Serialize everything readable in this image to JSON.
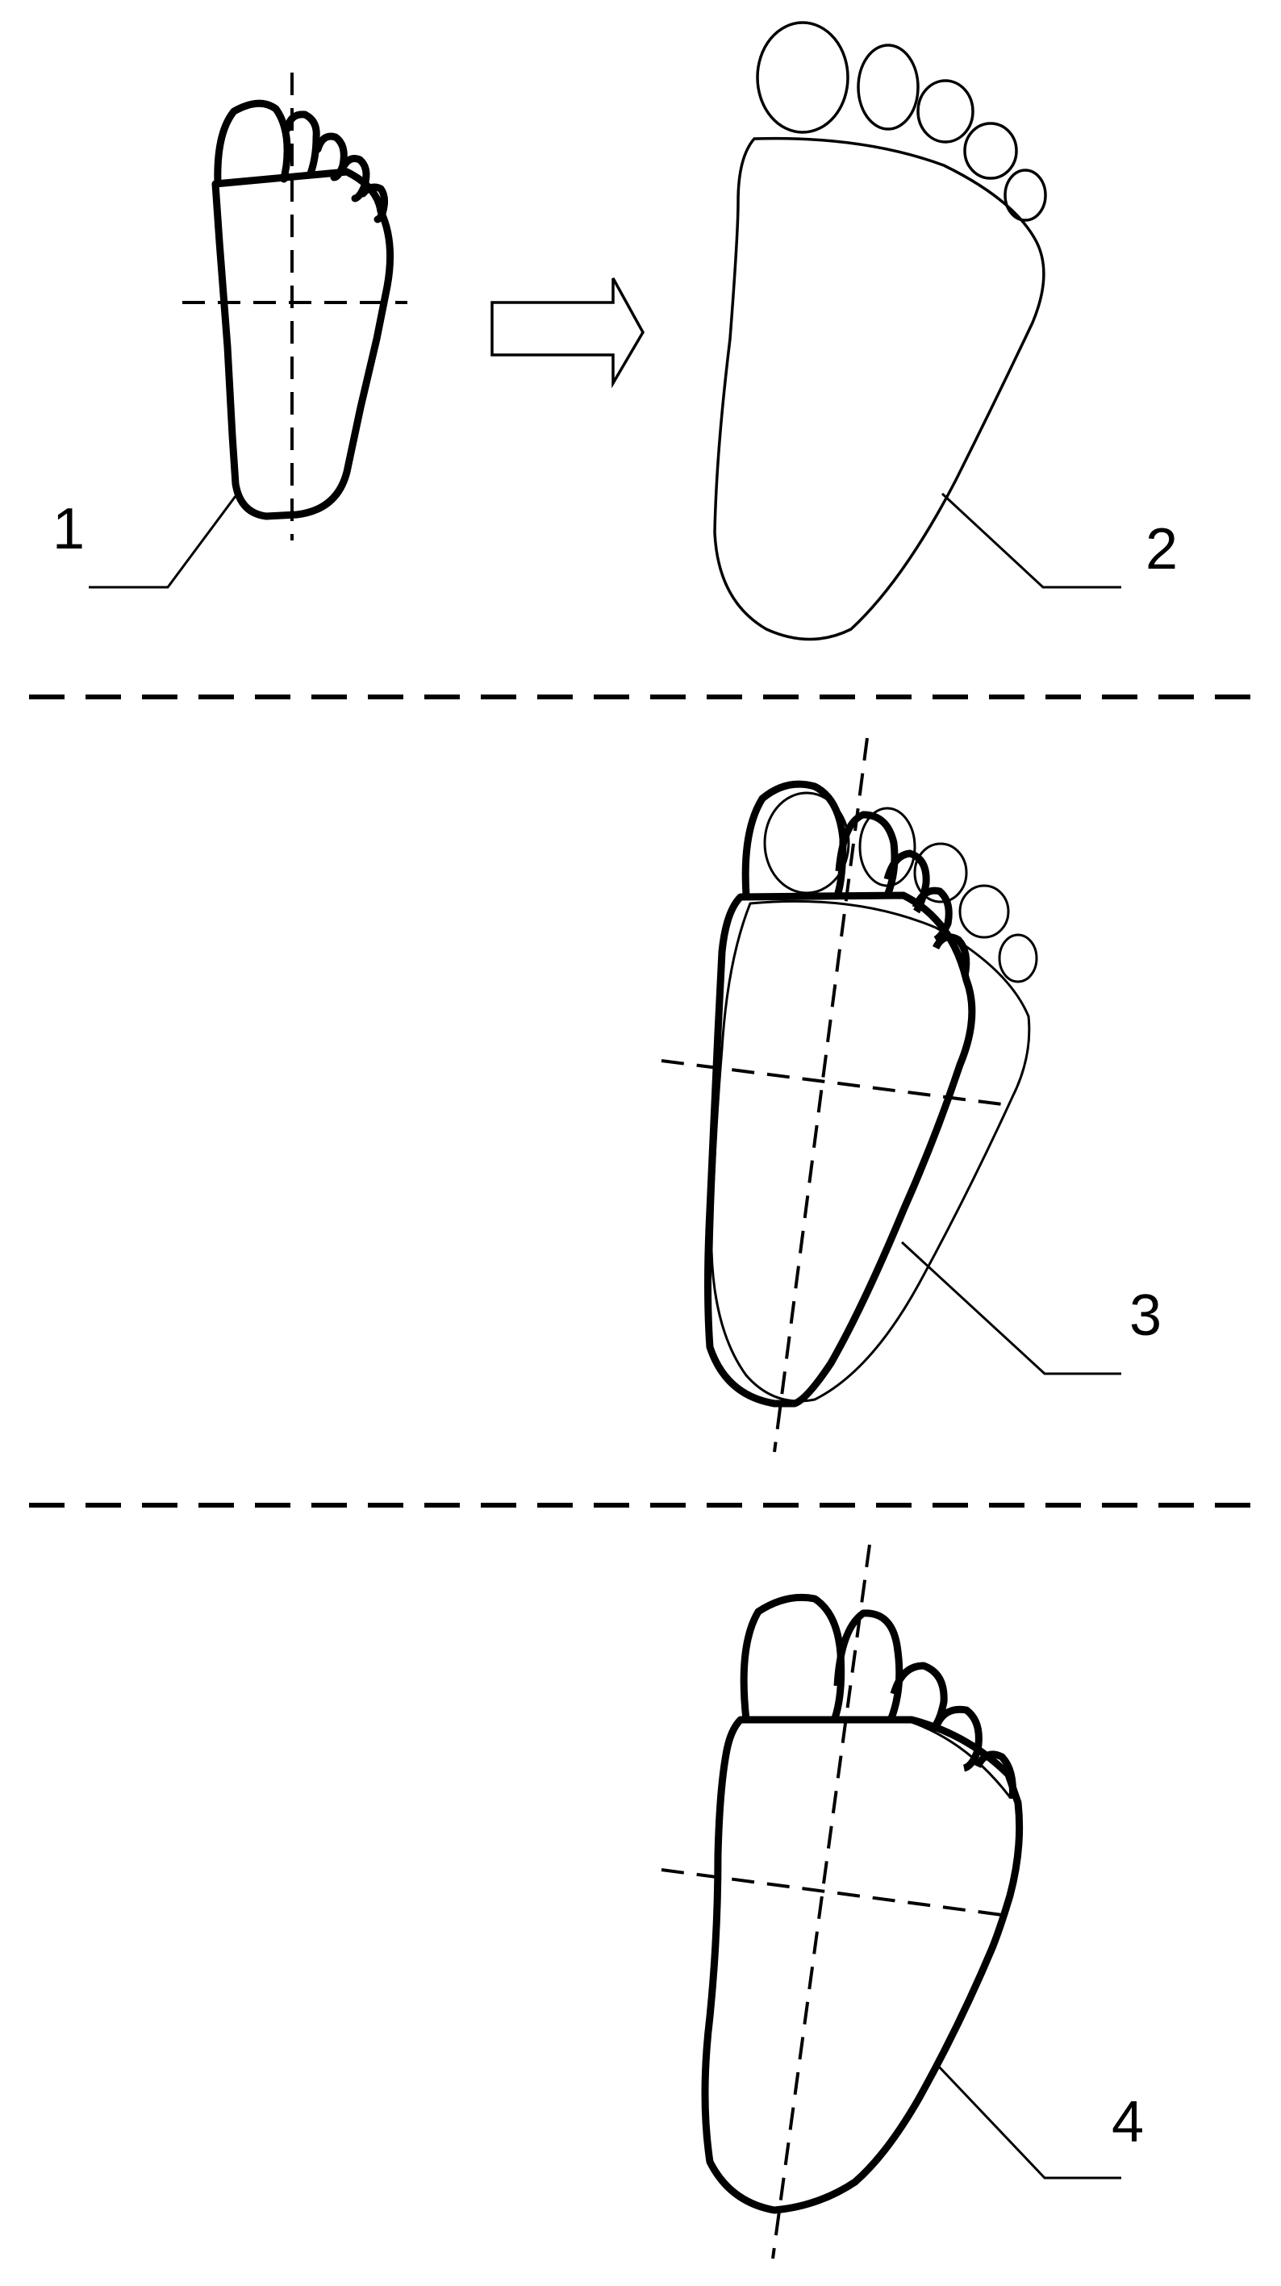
{
  "labels": {
    "first": "1",
    "second": "2",
    "third": "3",
    "fourth": "4"
  },
  "colors": {
    "ink": "#000000",
    "background": "#ffffff"
  }
}
